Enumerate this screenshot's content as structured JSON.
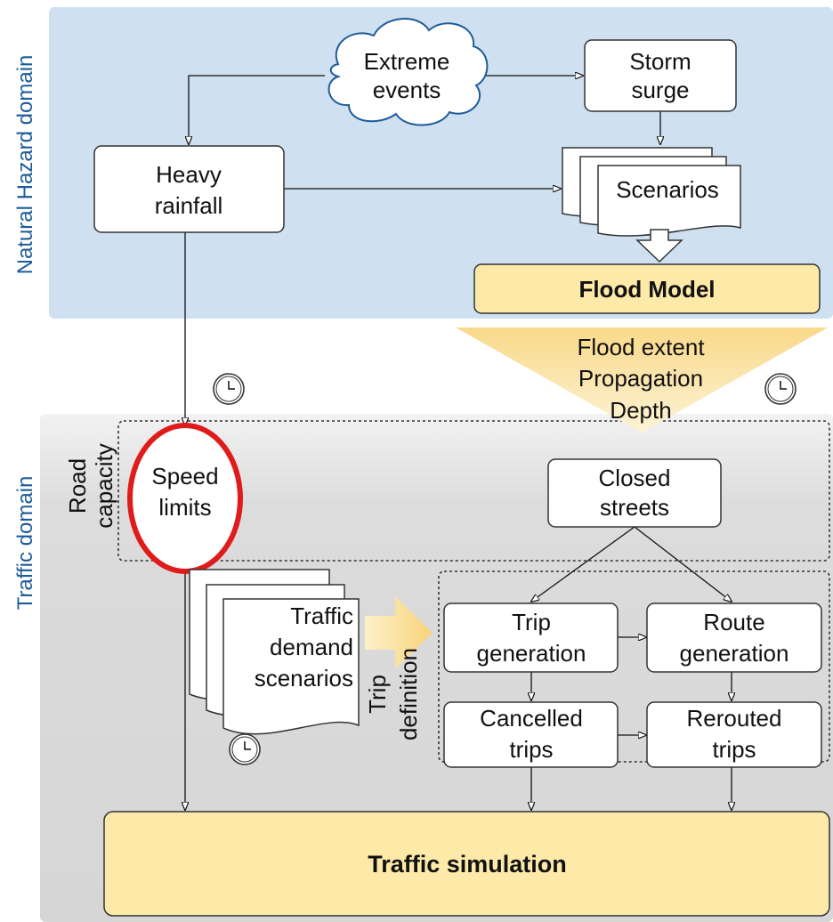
{
  "domains": {
    "natural_hazard": "Natural Hazard domain",
    "traffic": "Traffic domain"
  },
  "nodes": {
    "extreme_events": [
      "Extreme",
      "events"
    ],
    "storm_surge": [
      "Storm",
      "surge"
    ],
    "heavy_rainfall": [
      "Heavy",
      "rainfall"
    ],
    "scenarios": "Scenarios",
    "flood_model": "Flood Model",
    "flood_outputs": [
      "Flood extent",
      "Propagation",
      "Depth"
    ],
    "road_capacity": [
      "Road",
      "capacity"
    ],
    "speed_limits": [
      "Speed",
      "limits"
    ],
    "closed_streets": [
      "Closed",
      "streets"
    ],
    "traffic_demand": [
      "Traffic",
      "demand",
      "scenarios"
    ],
    "trip_definition": [
      "Trip",
      "definition"
    ],
    "trip_generation": [
      "Trip",
      "generation"
    ],
    "route_generation": [
      "Route",
      "generation"
    ],
    "cancelled_trips": [
      "Cancelled",
      "trips"
    ],
    "rerouted_trips": [
      "Rerouted",
      "trips"
    ],
    "traffic_simulation": "Traffic simulation"
  },
  "icons": [
    "clock-icon",
    "clock-icon",
    "clock-icon"
  ],
  "colors": {
    "hazard_bg": "#cfe0f1",
    "traffic_bg": "#d9d9d9",
    "model_fill": "#fde9a8",
    "model_stroke": "#333333",
    "domain_text": "#1f5c99",
    "speed_ring": "#e01b1b"
  }
}
